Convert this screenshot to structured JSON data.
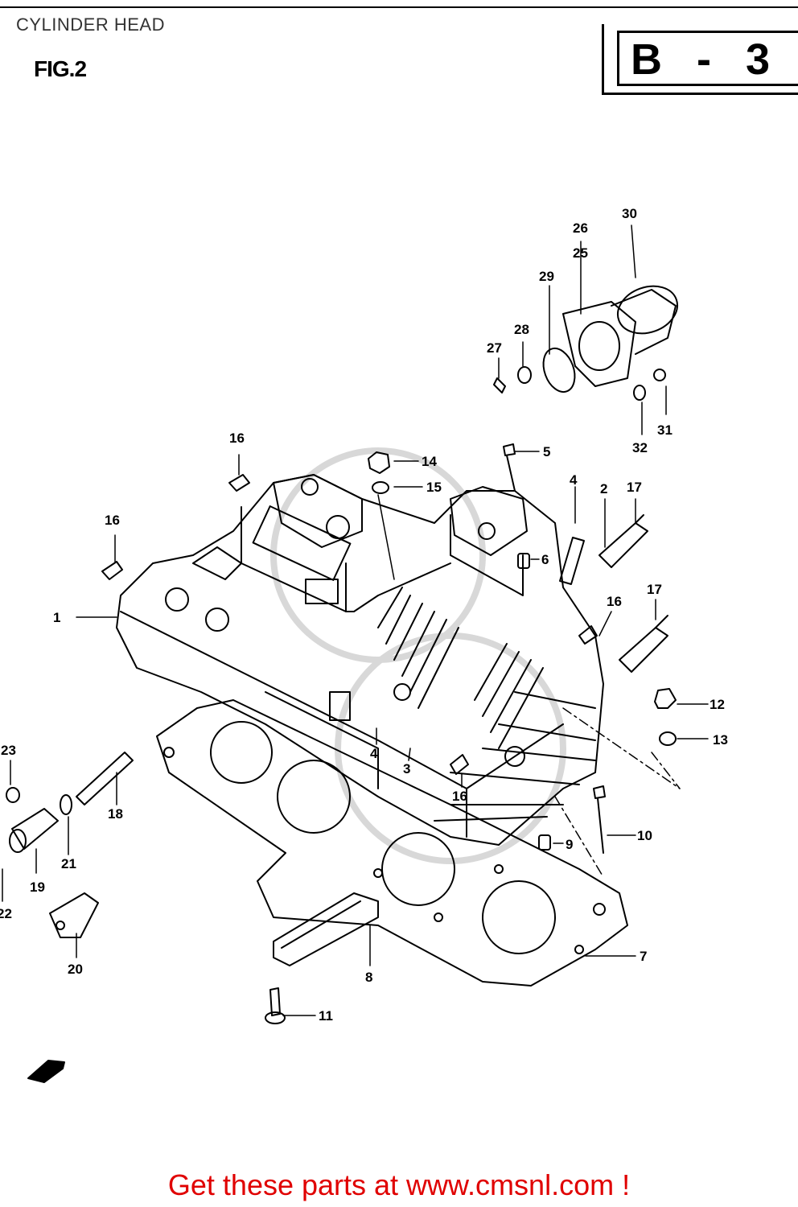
{
  "header": {
    "title": "CYLINDER HEAD",
    "figure": "FIG.2",
    "section_code": "B - 3"
  },
  "callouts": {
    "n1": "1",
    "n2": "2",
    "n3": "3",
    "n4a": "4",
    "n4b": "4",
    "n5": "5",
    "n6": "6",
    "n7": "7",
    "n8": "8",
    "n9": "9",
    "n10": "10",
    "n11": "11",
    "n12": "12",
    "n13": "13",
    "n14": "14",
    "n15": "15",
    "n16a": "16",
    "n16b": "16",
    "n16c": "16",
    "n16d": "16",
    "n17a": "17",
    "n17b": "17",
    "n18": "18",
    "n19": "19",
    "n20": "20",
    "n21": "21",
    "n22": "22",
    "n23": "23",
    "n25": "25",
    "n26": "26",
    "n27": "27",
    "n28": "28",
    "n29": "29",
    "n30": "30",
    "n31": "31",
    "n32": "32"
  },
  "footer": {
    "link_text": "Get these parts at www.cmsnl.com !",
    "link_color": "#e00000"
  }
}
